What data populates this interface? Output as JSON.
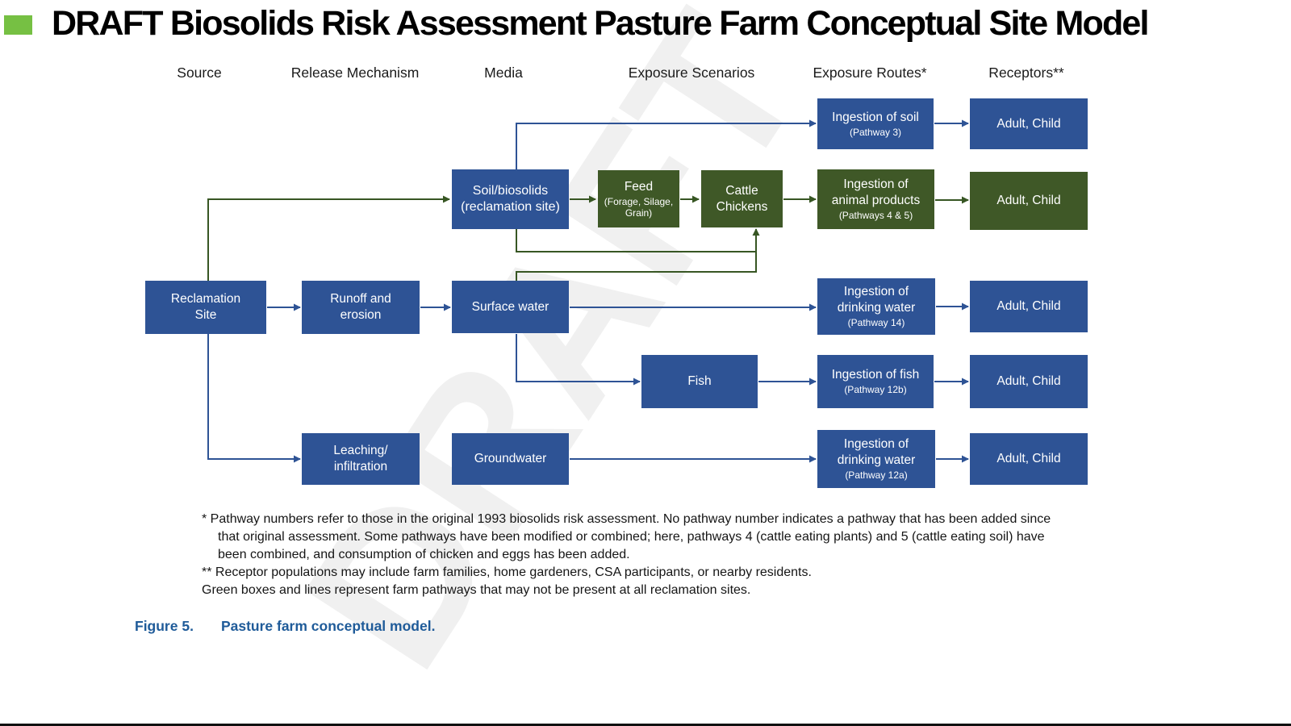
{
  "title": "DRAFT Biosolids Risk Assessment Pasture Farm Conceptual Site Model",
  "watermark": "DRAFT",
  "colors": {
    "box_blue": "#2E5395",
    "box_green": "#3F5827",
    "line_blue": "#2E5395",
    "line_green": "#375623",
    "accent_green": "#76C043",
    "caption_blue": "#1F5B99"
  },
  "column_headers": [
    "Source",
    "Release Mechanism",
    "Media",
    "Exposure Scenarios",
    "Exposure Routes*",
    "Receptors**"
  ],
  "boxes": {
    "reclamation_site": {
      "label": "Reclamation Site"
    },
    "runoff_erosion": {
      "label": "Runoff and erosion"
    },
    "leaching_infiltration": {
      "label": "Leaching/ infiltration"
    },
    "soil_biosolids": {
      "label": "Soil/biosolids (reclamation site)"
    },
    "surface_water": {
      "label": "Surface water"
    },
    "groundwater": {
      "label": "Groundwater"
    },
    "feed": {
      "label": "Feed",
      "sub": "(Forage, Silage, Grain)"
    },
    "cattle_chickens": {
      "label": "Cattle Chickens"
    },
    "fish": {
      "label": "Fish"
    },
    "ingestion_soil": {
      "label": "Ingestion of soil",
      "sub": "(Pathway 3)"
    },
    "ingestion_animal_products": {
      "label": "Ingestion of animal products",
      "sub": "(Pathways 4 & 5)"
    },
    "ingestion_drinking_water_14": {
      "label": "Ingestion of drinking water",
      "sub": "(Pathway 14)"
    },
    "ingestion_fish": {
      "label": "Ingestion of fish",
      "sub": "(Pathway 12b)"
    },
    "ingestion_drinking_water_12a": {
      "label": "Ingestion of drinking water",
      "sub": "(Pathway 12a)"
    },
    "receptor": {
      "label": "Adult, Child"
    }
  },
  "edges": [
    {
      "from": "Reclamation Site",
      "to": "Soil/biosolids (reclamation site)",
      "color": "green"
    },
    {
      "from": "Reclamation Site",
      "to": "Runoff and erosion",
      "color": "blue"
    },
    {
      "from": "Reclamation Site",
      "to": "Leaching/ infiltration",
      "color": "blue"
    },
    {
      "from": "Soil/biosolids (reclamation site)",
      "to": "Ingestion of soil",
      "color": "blue"
    },
    {
      "from": "Soil/biosolids (reclamation site)",
      "to": "Feed",
      "color": "green"
    },
    {
      "from": "Soil/biosolids (reclamation site)",
      "to": "Cattle Chickens",
      "color": "green"
    },
    {
      "from": "Feed",
      "to": "Cattle Chickens",
      "color": "green"
    },
    {
      "from": "Cattle Chickens",
      "to": "Ingestion of animal products",
      "color": "green"
    },
    {
      "from": "Runoff and erosion",
      "to": "Surface water",
      "color": "blue"
    },
    {
      "from": "Surface water",
      "to": "Cattle Chickens",
      "color": "green"
    },
    {
      "from": "Surface water",
      "to": "Ingestion of drinking water (Pathway 14)",
      "color": "blue"
    },
    {
      "from": "Surface water",
      "to": "Fish",
      "color": "blue"
    },
    {
      "from": "Fish",
      "to": "Ingestion of fish (Pathway 12b)",
      "color": "blue"
    },
    {
      "from": "Leaching/ infiltration",
      "to": "Groundwater",
      "color": "blue"
    },
    {
      "from": "Groundwater",
      "to": "Ingestion of drinking water (Pathway 12a)",
      "color": "blue"
    },
    {
      "from": "Ingestion of soil (Pathway 3)",
      "to": "Adult, Child",
      "color": "blue"
    },
    {
      "from": "Ingestion of animal products (Pathways 4 & 5)",
      "to": "Adult, Child",
      "color": "green"
    },
    {
      "from": "Ingestion of drinking water (Pathway 14)",
      "to": "Adult, Child",
      "color": "blue"
    },
    {
      "from": "Ingestion of fish (Pathway 12b)",
      "to": "Adult, Child",
      "color": "blue"
    },
    {
      "from": "Ingestion of drinking water (Pathway 12a)",
      "to": "Adult, Child",
      "color": "blue"
    }
  ],
  "footnotes": [
    "* Pathway numbers refer to those in the original 1993 biosolids risk assessment. No pathway number indicates a pathway that has been added since that original assessment. Some pathways have been modified or combined; here, pathways 4 (cattle eating plants) and 5 (cattle eating soil) have been combined, and consumption of chicken and eggs has been added.",
    "** Receptor populations may include farm families, home gardeners, CSA participants, or nearby residents.",
    "Green boxes and lines represent farm pathways that may not be present at all reclamation sites."
  ],
  "figure": {
    "number": "Figure 5.",
    "caption": "Pasture farm conceptual model."
  }
}
